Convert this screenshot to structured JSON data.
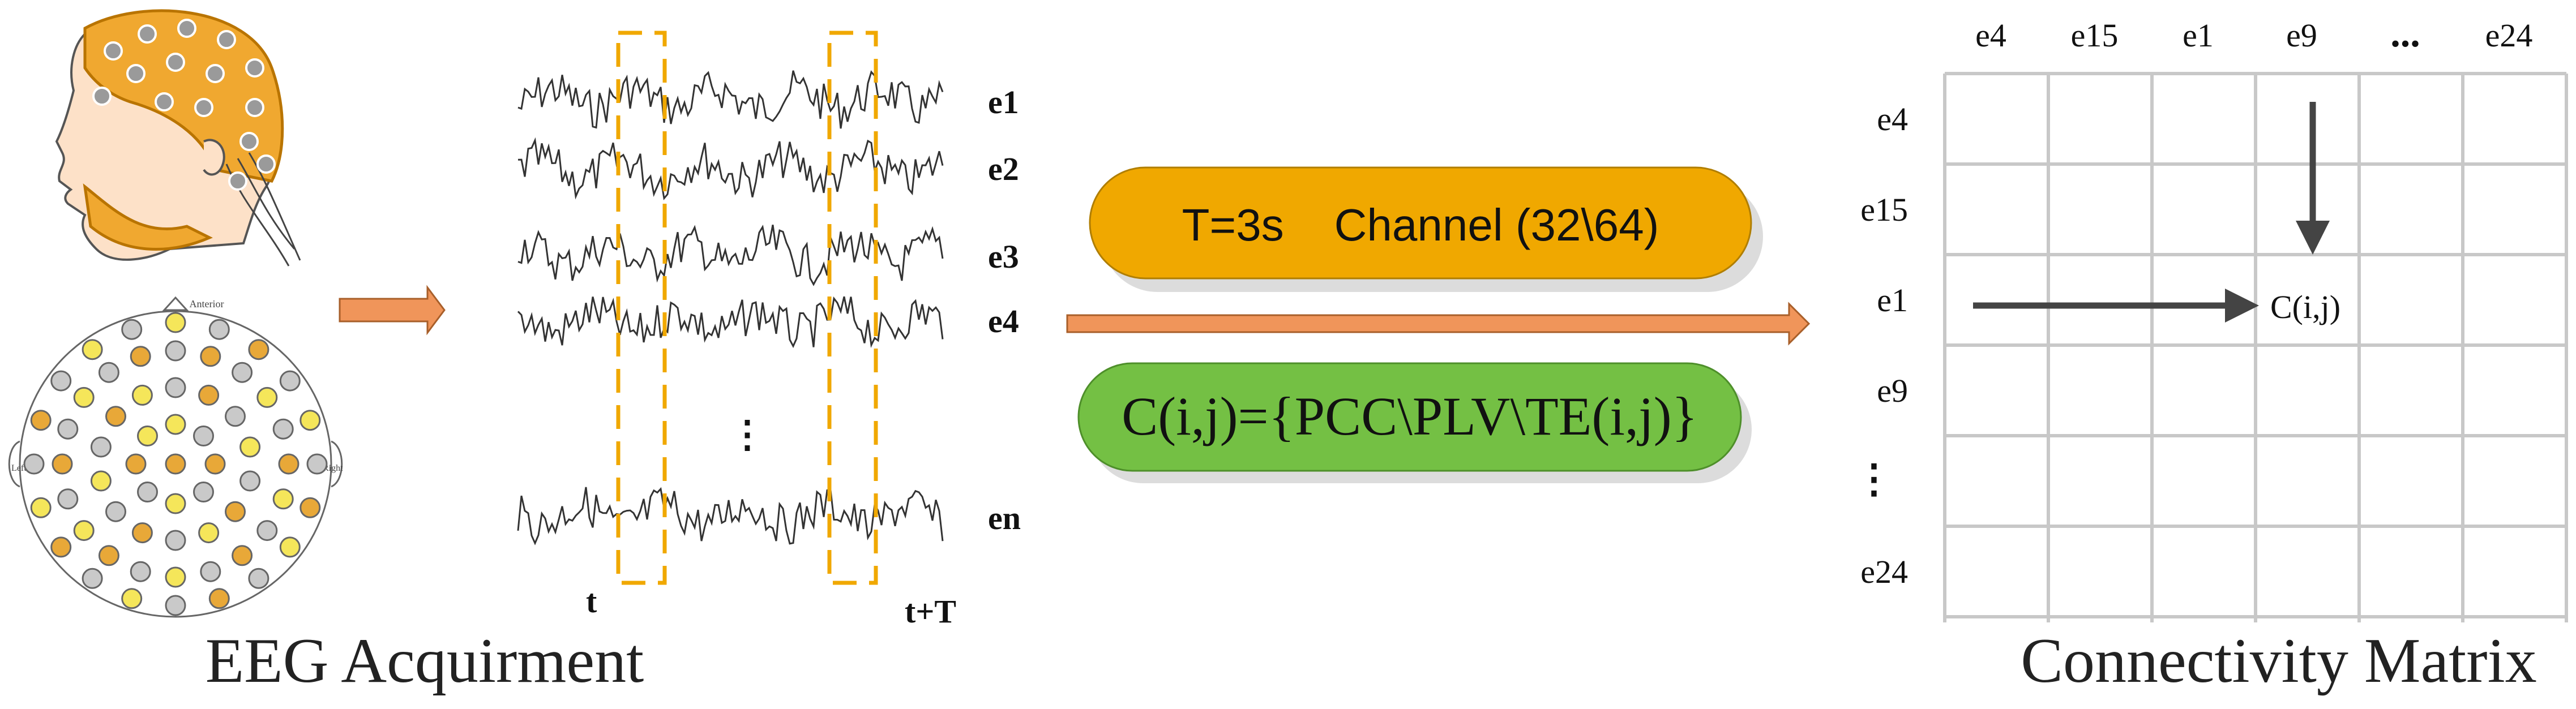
{
  "eeg": {
    "cap_labels": {
      "anterior": "Anterior",
      "left": "Left",
      "right": "Right"
    },
    "channel_labels": [
      "e1",
      "e2",
      "e3",
      "e4",
      "⋮",
      "en"
    ],
    "time_start": "t",
    "time_end": "t+T",
    "caption": "EEG Acquirment"
  },
  "process": {
    "window_label": "T=3s    Channel (32\\64)",
    "window_color": "#f0a800",
    "formula_label": "C(i,j)={PCC\\PLV\\TE(i,j)}",
    "formula_color": "#74c044",
    "arrow_color": "#f0955a"
  },
  "matrix": {
    "col_headers": [
      "e4",
      "e15",
      "e1",
      "e9",
      "...",
      "e24"
    ],
    "row_headers": [
      "e4",
      "e15",
      "e1",
      "e9",
      "⋮",
      "e24"
    ],
    "cell_label": "C(i,j)",
    "caption": "Connectivity Matrix",
    "grid_color": "#c8c8c8"
  }
}
